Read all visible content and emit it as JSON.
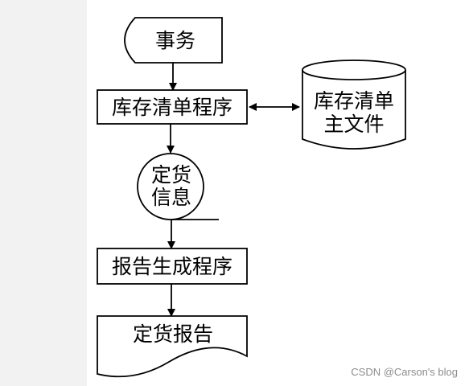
{
  "diagram": {
    "nodes": {
      "transaction": {
        "label": "事务",
        "shape": "display"
      },
      "inventory_program": {
        "label": "库存清单程序",
        "shape": "process"
      },
      "master_file": {
        "line1": "库存清单",
        "line2": "主文件",
        "shape": "magnetic-disk"
      },
      "order_info": {
        "line1": "定货",
        "line2": "信息",
        "shape": "circle-tape"
      },
      "report_program": {
        "label": "报告生成程序",
        "shape": "process"
      },
      "order_report": {
        "label": "定货报告",
        "shape": "document"
      }
    },
    "edges": [
      {
        "from": "transaction",
        "to": "inventory_program",
        "arrow": "forward"
      },
      {
        "from": "inventory_program",
        "to": "master_file",
        "arrow": "both"
      },
      {
        "from": "inventory_program",
        "to": "order_info",
        "arrow": "forward"
      },
      {
        "from": "order_info",
        "to": "report_program",
        "arrow": "forward"
      },
      {
        "from": "report_program",
        "to": "order_report",
        "arrow": "forward"
      }
    ],
    "colors": {
      "stroke": "#000000",
      "fill": "#ffffff",
      "page_border": "#f2f2f2"
    }
  },
  "watermark": "CSDN @Carson's  blog"
}
